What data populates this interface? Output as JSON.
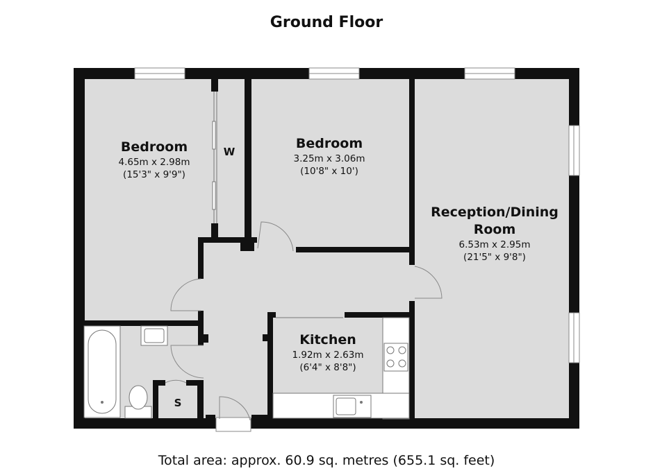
{
  "title": "Ground Floor",
  "total_area": "Total area: approx. 60.9 sq. metres (655.1 sq. feet)",
  "rooms": {
    "bedroom1": {
      "name": "Bedroom",
      "dim_m": "4.65m x 2.98m",
      "dim_ft": "(15'3\" x 9'9\")"
    },
    "bedroom2": {
      "name": "Bedroom",
      "dim_m": "3.25m x 3.06m",
      "dim_ft": "(10'8\" x 10')"
    },
    "reception": {
      "name_line1": "Reception/Dining",
      "name_line2": "Room",
      "dim_m": "6.53m x 2.95m",
      "dim_ft": "(21'5\" x 9'8\")"
    },
    "kitchen": {
      "name": "Kitchen",
      "dim_m": "1.92m x 2.63m",
      "dim_ft": "(6'4\" x 8'8\")"
    }
  },
  "labels": {
    "wardrobe": "W",
    "storage": "S"
  }
}
